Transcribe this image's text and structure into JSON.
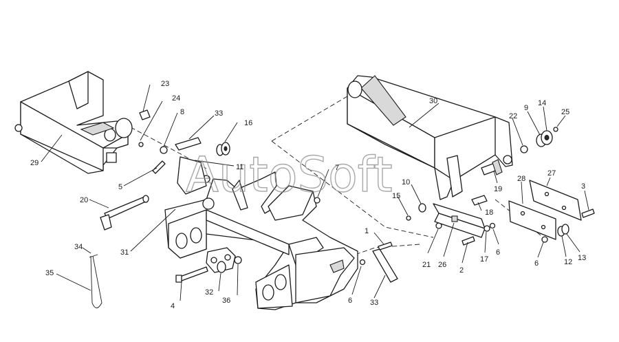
{
  "watermark": "AutoSoft",
  "callouts": {
    "c1": "1",
    "c2": "2",
    "c3": "3",
    "c4": "4",
    "c5": "5",
    "c6a": "6",
    "c6b": "6",
    "c6c": "6",
    "c7": "7",
    "c8": "8",
    "c9": "9",
    "c10": "10",
    "c11": "11",
    "c12": "12",
    "c13": "13",
    "c14": "14",
    "c15": "15",
    "c16": "16",
    "c17": "17",
    "c18": "18",
    "c19": "19",
    "c20": "20",
    "c21": "21",
    "c22": "22",
    "c23": "23",
    "c24": "24",
    "c25": "25",
    "c26": "26",
    "c27": "27",
    "c28": "28",
    "c29": "29",
    "c30": "30",
    "c31": "31",
    "c32": "32",
    "c33a": "33",
    "c33b": "33",
    "c34": "34",
    "c35": "35",
    "c36": "36"
  },
  "colors": {
    "line": "#1a1a1a",
    "watermark": "#8c8c8c",
    "background": "#ffffff"
  }
}
